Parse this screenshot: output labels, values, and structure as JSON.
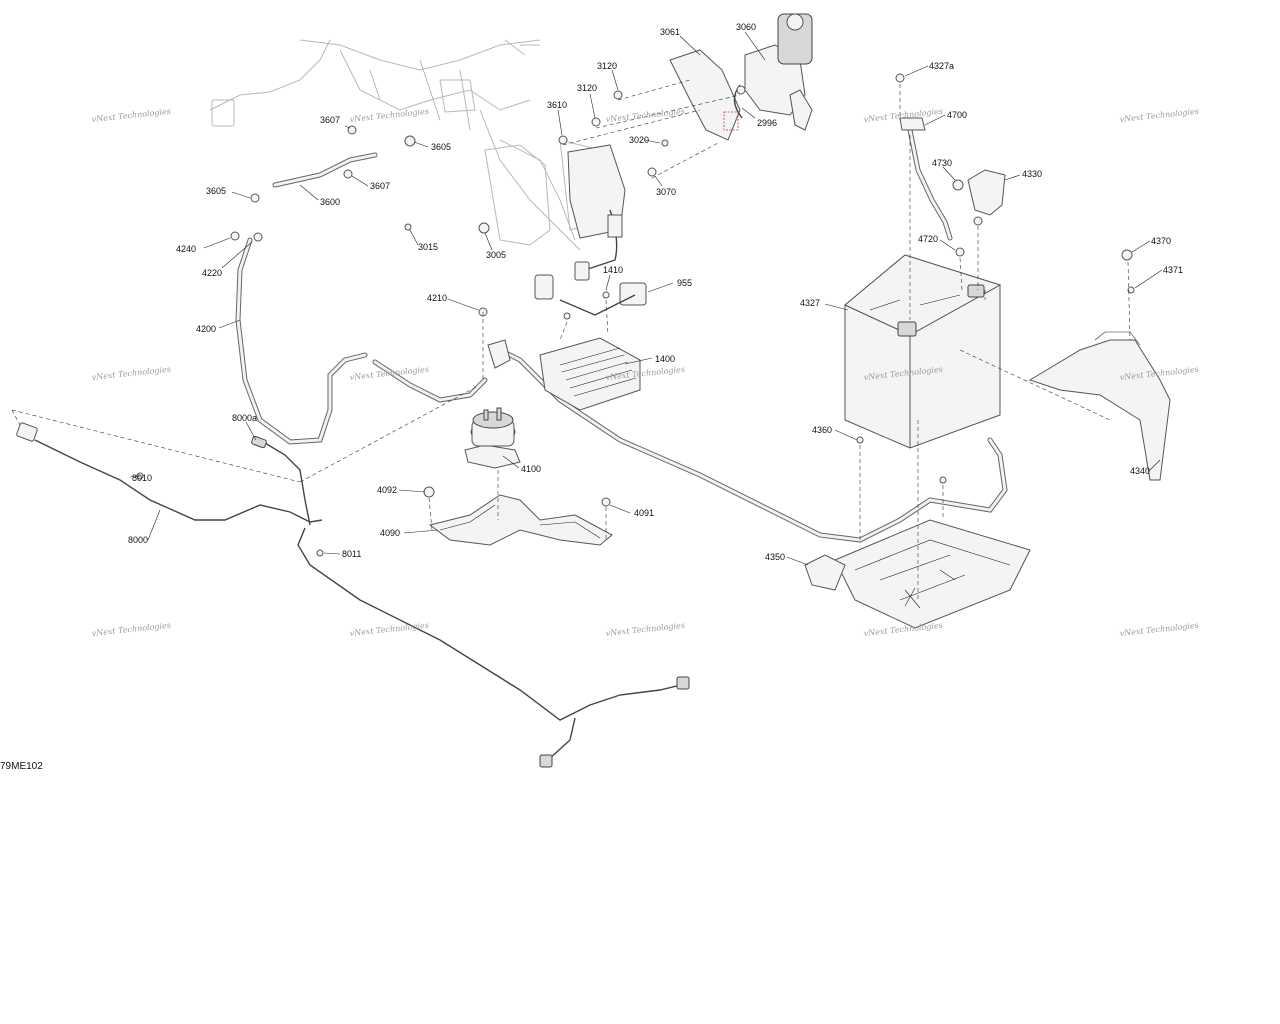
{
  "diagram_code": "79ME102",
  "watermark_text": "vNext Technologies",
  "labels": {
    "l3061": "3061",
    "l3060": "3060",
    "l3120a": "3120",
    "l3120b": "3120",
    "l3610": "3610",
    "l3020": "3020",
    "l3070": "3070",
    "l2996": "2996",
    "l3607a": "3607",
    "l3605a": "3605",
    "l3605b": "3605",
    "l3607b": "3607",
    "l3600": "3600",
    "l3015": "3015",
    "l3005": "3005",
    "l4240": "4240",
    "l4220": "4220",
    "l4200": "4200",
    "l4210": "4210",
    "l1410": "1410",
    "l955": "955",
    "l1400": "1400",
    "l8000a": "8000a",
    "l4100": "4100",
    "l8010": "8010",
    "l8000": "8000",
    "l4092": "4092",
    "l4090": "4090",
    "l4091": "4091",
    "l8011": "8011",
    "l4327a": "4327a",
    "l4700": "4700",
    "l4730": "4730",
    "l4330": "4330",
    "l4720": "4720",
    "l4327": "4327",
    "l4360": "4360",
    "l4350": "4350",
    "l4370": "4370",
    "l4371": "4371",
    "l4340": "4340"
  },
  "colors": {
    "line": "#222222",
    "part_fill": "#f4f4f4",
    "watermark": "#9a9a9a",
    "highlight": "#d03030"
  }
}
